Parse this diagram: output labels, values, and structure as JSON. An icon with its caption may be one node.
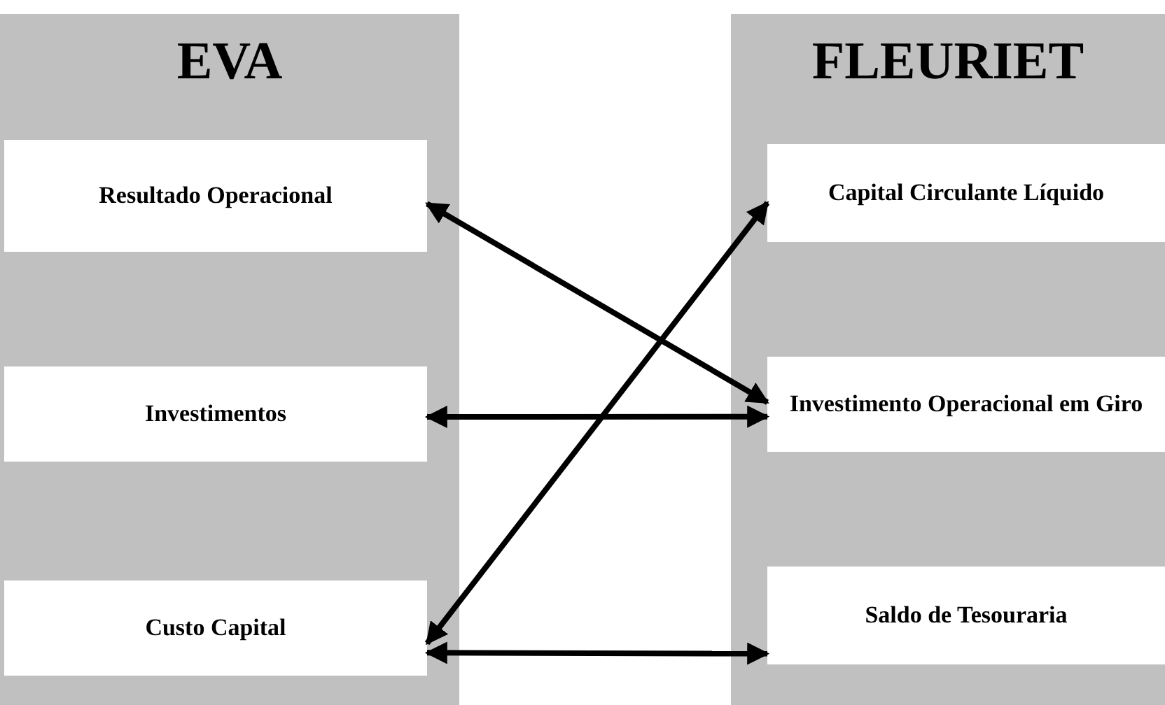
{
  "diagram": {
    "nodes": [
      {
        "text": [
          "EVA"
        ]
      },
      {
        "text": [
          "Resultado Operacional"
        ],
        "in": 0
      },
      {
        "text": [
          "Investimentos"
        ],
        "in": 0
      },
      {
        "text": [
          "Custo Capital"
        ],
        "in": 0
      },
      {
        "text": [
          "FLEURIET"
        ]
      },
      {
        "text": [
          "Capital Circulante Líquido"
        ],
        "in": 4
      },
      {
        "text": [
          "Investimento Operacional em Giro"
        ],
        "in": 4
      },
      {
        "text": [
          "Saldo de Tesouraria"
        ],
        "in": 4
      }
    ],
    "edges": [
      {
        "from": 1,
        "to": 6,
        "arrow": "both"
      },
      {
        "from": 2,
        "to": 6,
        "arrow": "both"
      },
      {
        "from": 3,
        "to": 5,
        "arrow": "both"
      },
      {
        "from": 3,
        "to": 7,
        "arrow": "both"
      }
    ]
  }
}
